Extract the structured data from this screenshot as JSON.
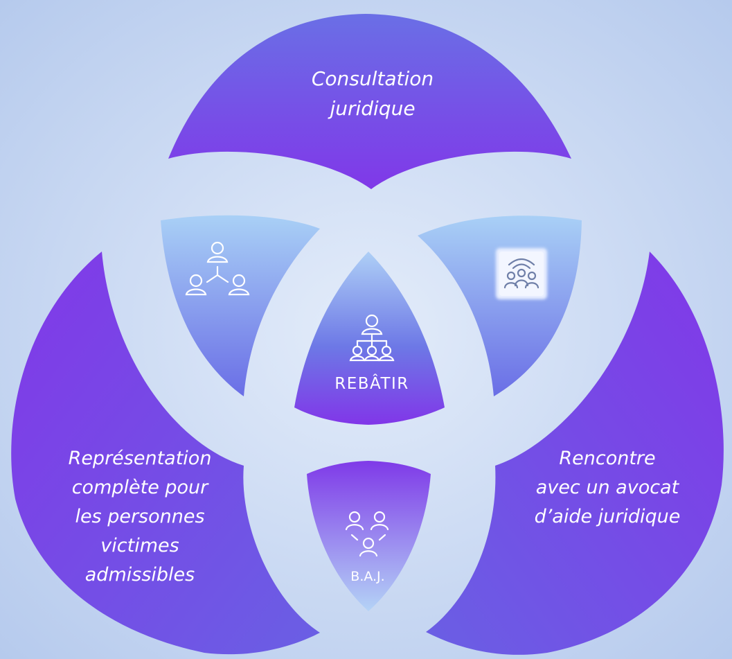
{
  "diagram": {
    "top_petal": {
      "line1": "Consultation",
      "line2": "juridique"
    },
    "left_petal": {
      "lines": [
        "Représentation",
        "complète pour",
        "les personnes",
        "victimes",
        "admissibles"
      ]
    },
    "right_petal": {
      "lines": [
        "Rencontre",
        "avec un avocat",
        "d’aide juridique"
      ]
    },
    "center": {
      "label": "REBÂTIR",
      "icon": "org-chart-icon"
    },
    "bottom": {
      "label": "B.A.J.",
      "icon": "team-network-icon"
    },
    "upper_left": {
      "icon": "people-network-icon"
    },
    "upper_right": {
      "icon": "group-broadcast-icon"
    }
  },
  "colors": {
    "background": "#c6d7f2",
    "petal_purple": "#7e3be8",
    "petal_blue": "#6a6fe6",
    "lens_light": "#a9cdf6",
    "lens_mid": "#6b80e6",
    "text": "#ffffff"
  }
}
